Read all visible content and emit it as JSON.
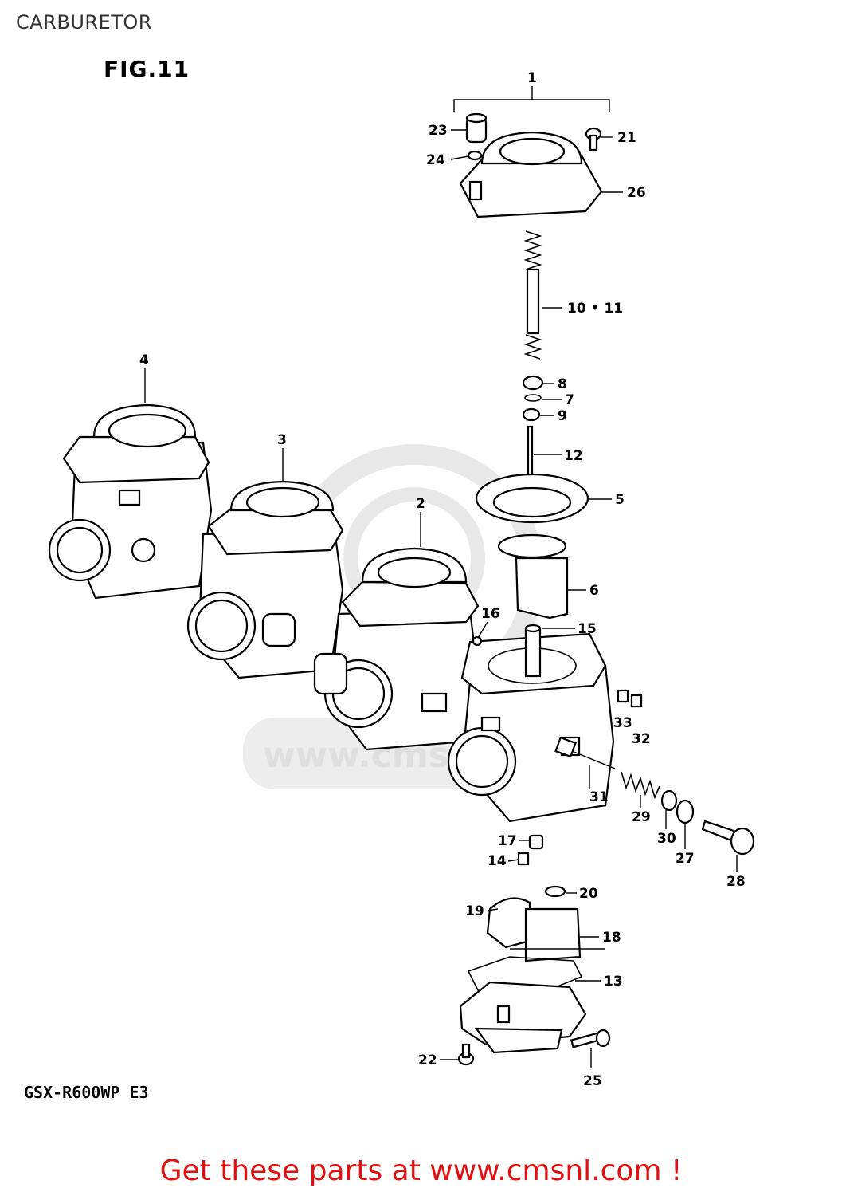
{
  "page": {
    "title": "CARBURETOR",
    "figure_label": "FIG.11",
    "model_code": "GSX-R600WP E3",
    "cta_text": "Get these parts at www.cmsnl.com !",
    "watermark": "www.cmsnl.com"
  },
  "callouts": {
    "c1": "1",
    "c2": "2",
    "c3": "3",
    "c4": "4",
    "c5": "5",
    "c6": "6",
    "c7": "7",
    "c8": "8",
    "c9": "9",
    "c10_11": "10 • 11",
    "c12": "12",
    "c13": "13",
    "c14": "14",
    "c15": "15",
    "c16": "16",
    "c17": "17",
    "c18": "18",
    "c19": "19",
    "c20": "20",
    "c21": "21",
    "c22": "22",
    "c23": "23",
    "c24": "24",
    "c25": "25",
    "c26": "26",
    "c27": "27",
    "c28": "28",
    "c29": "29",
    "c30": "30",
    "c31": "31",
    "c32": "32",
    "c33": "33"
  },
  "colors": {
    "cta": "#e01010",
    "watermark": "#dcdcdc",
    "line": "#000000"
  }
}
